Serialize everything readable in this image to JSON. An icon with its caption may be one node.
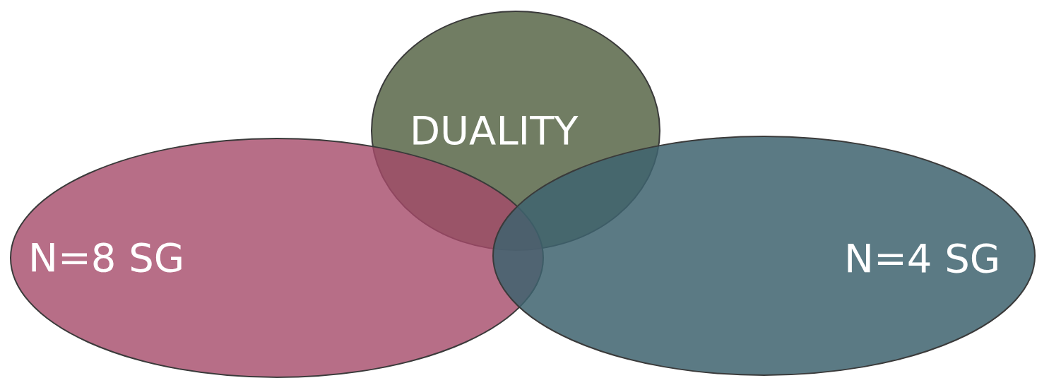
{
  "diagram": {
    "nodes": [
      {
        "text": [
          "DUALITY"
        ]
      },
      {
        "text": [
          "N=8 SG"
        ]
      },
      {
        "text": [
          "N=4 SG"
        ]
      }
    ]
  }
}
